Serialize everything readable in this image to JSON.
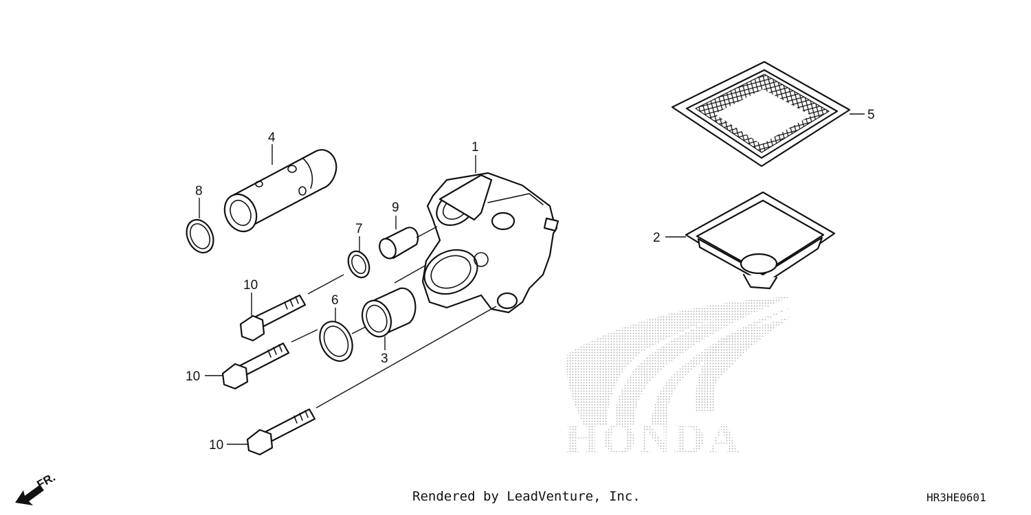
{
  "diagram": {
    "callouts": {
      "p1": "1",
      "p2": "2",
      "p3": "3",
      "p4": "4",
      "p5": "5",
      "p6": "6",
      "p7": "7",
      "p8": "8",
      "p9": "9",
      "p10a": "10",
      "p10b": "10",
      "p10c": "10"
    },
    "front_marker": "FR.",
    "watermark": "HONDA",
    "watermark_color": "#bdbdbd"
  },
  "footer": {
    "credit": "Rendered by LeadVenture, Inc.",
    "code": "HR3HE0601"
  }
}
